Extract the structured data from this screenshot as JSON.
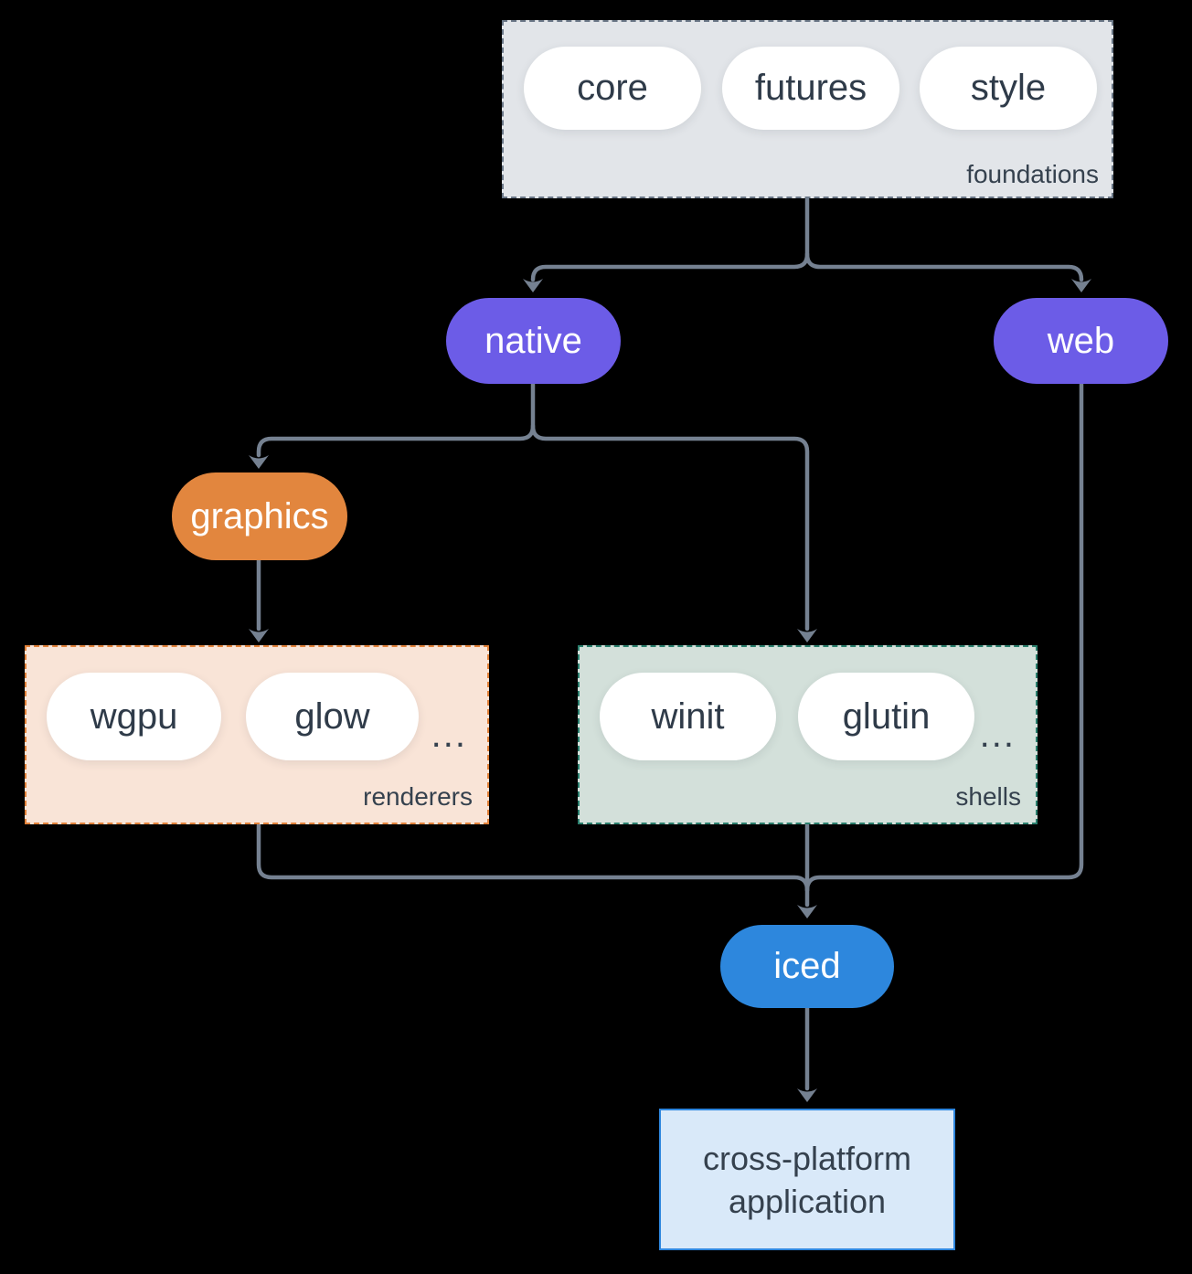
{
  "diagram": {
    "groups": {
      "foundations": {
        "label": "foundations",
        "items": [
          "core",
          "futures",
          "style"
        ]
      },
      "renderers": {
        "label": "renderers",
        "items": [
          "wgpu",
          "glow"
        ],
        "ellipsis": "..."
      },
      "shells": {
        "label": "shells",
        "items": [
          "winit",
          "glutin"
        ],
        "ellipsis": "..."
      }
    },
    "nodes": {
      "native": "native",
      "web": "web",
      "graphics": "graphics",
      "iced": "iced",
      "application": "cross-platform application"
    },
    "colors": {
      "background": "#000000",
      "accent_purple": "#6c5ce7",
      "accent_orange": "#e2863e",
      "accent_blue": "#2d87dd",
      "foundations_bg": "#e2e5e9",
      "foundations_border": "#6b7888",
      "renderers_bg": "#f9e4d7",
      "renderers_border": "#e2823a",
      "shells_bg": "#d3e0da",
      "shells_border": "#2a7f6d",
      "app_bg": "#d9e9f9",
      "app_border": "#2e86de",
      "edge": "#758191",
      "text_dark": "#35414e"
    }
  }
}
